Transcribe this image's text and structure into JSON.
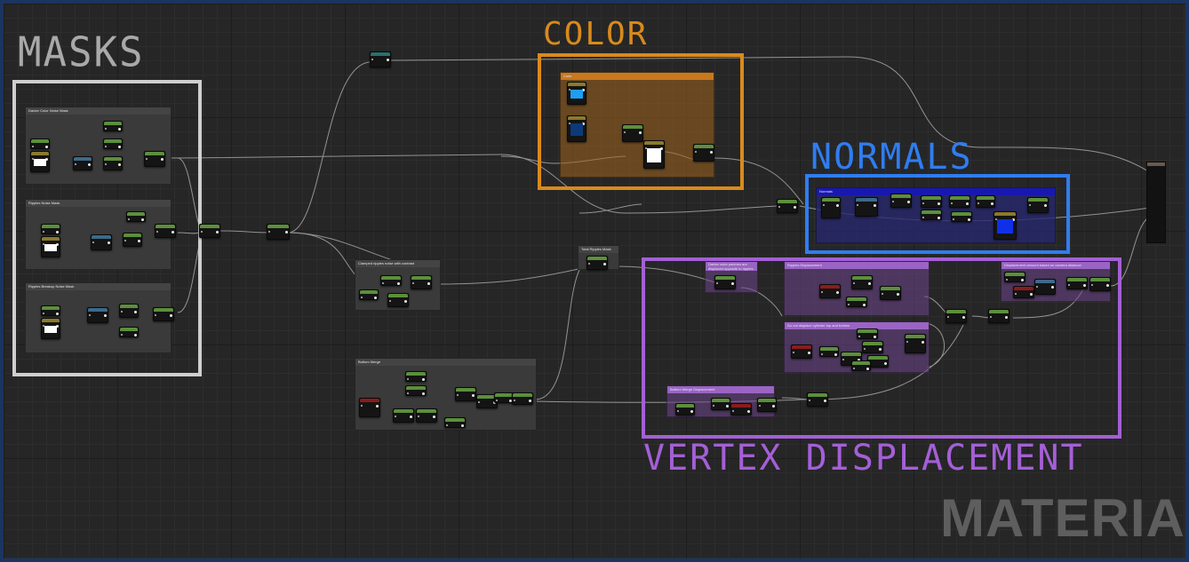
{
  "titles": {
    "masks": "MASKS",
    "color": "COLOR",
    "normals": "NORMALS",
    "vertex": "VERTEX DISPLACEMENT"
  },
  "watermark": "MATERIAL",
  "comments": {
    "darker_color_noise_mask": "Darker Color Noise Mask",
    "ripples_noise_mask": "Ripples Noise Mask",
    "ripples_breakup_noise_mask": "Ripples Breakup Noise Mask",
    "clamped_ripples_noise": "Clamped ripples noise with contrast",
    "bottom_merge": "Bottom Merge",
    "total_ripples_mask": "Total Ripples Mask",
    "color": "Color",
    "normals": "Normals",
    "darker_color_patches": "Darker color patches are displaced opposite to ripples",
    "ripples_displacement": "Ripples Displacement",
    "do_not_displace": "Do not displace cylinder top and bottom",
    "displacement_amount": "Displacement amount based on camera distance",
    "bottom_merge_displacement": "Bottom Merge Displacement"
  },
  "colors": {
    "masks_frame": "#cfcfcf",
    "color_frame": "#d98a1c",
    "normals_frame": "#2f7df0",
    "vertex_frame": "#a45fd6",
    "header_green": "#5c8f3c",
    "header_olive": "#8a7a2c",
    "header_blue": "#3c6a8a",
    "header_red": "#8a1c1c",
    "header_teal": "#2c6f6f",
    "swatch_light_blue": "#1e9ef0",
    "swatch_dark_blue": "#0c3a78",
    "swatch_blue": "#1030e8",
    "swatch_white": "#ffffff"
  },
  "icons": [
    "node-output-pin",
    "color-swatch"
  ]
}
